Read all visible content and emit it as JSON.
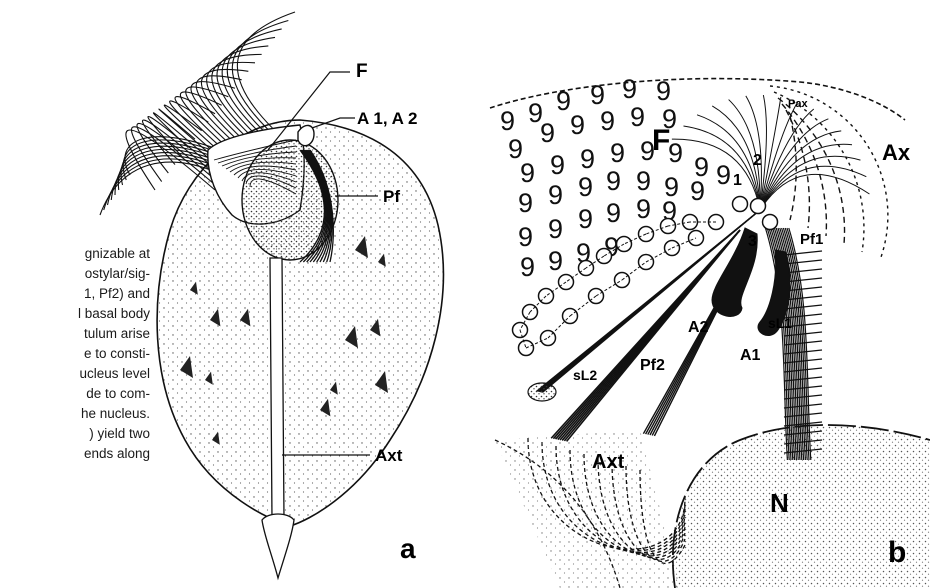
{
  "caption_lines": [
    "gnizable at",
    "ostylar/sig-",
    "1, Pf2) and",
    "l basal body",
    "tulum arise",
    "e to consti-",
    "ucleus level",
    "de to com-",
    "he nucleus.",
    ") yield two",
    "ends along"
  ],
  "panel_a": {
    "panel_letter": "a",
    "labels": {
      "flagella": "F",
      "basal_bodies": "A 1, A 2",
      "parabasal": "Pf",
      "axostyle": "Axt"
    }
  },
  "panel_b": {
    "panel_letter": "b",
    "labels": {
      "flagella": "F",
      "pax": "Pax",
      "axostyle_ax": "Ax",
      "bb1": "1",
      "bb2": "2",
      "bb3": "3",
      "pf1": "Pf1",
      "a2": "A2",
      "sl1": "sL1",
      "a1": "A1",
      "sl2": "sL2",
      "pf2": "Pf2",
      "axt": "Axt",
      "nucleus": "N"
    }
  }
}
